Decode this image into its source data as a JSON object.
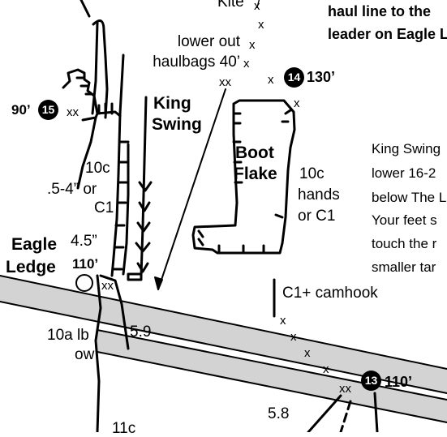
{
  "labels": {
    "kite": "Kite",
    "haul_note_line1": "haul line to the",
    "haul_note_line2": "leader on Eagle L",
    "lower_out_line1": "lower out",
    "lower_out_line2": "haulbags 40’",
    "king_swing_line1": "King",
    "king_swing_line2": "Swing",
    "boot_flake_line1": "Boot",
    "boot_flake_line2": "Flake",
    "boot_grade_line1": "10c",
    "boot_grade_line2": "hands",
    "boot_grade_line3": "or C1",
    "pitch_15_length": "90’",
    "left_grade_line1": "10c",
    "left_grade_line2": ".5-4”  or",
    "left_grade_line3": "C1",
    "eagle_ledge_line1": "Eagle",
    "eagle_ledge_line2": "Ledge",
    "size_45": "4.5”",
    "eagle_height": "110’",
    "pitch_14_length": "130’",
    "swing_note_line1": "King Swing",
    "swing_note_line2": "lower 16-2",
    "swing_note_line3": "below The L",
    "swing_note_line4": "Your feet s",
    "swing_note_line5": "touch the r",
    "swing_note_line6": "smaller tar",
    "c1_camhook": "C1+ camhook",
    "grade_10a_line1": "10a lb",
    "grade_10a_line2": "ow",
    "grade_59": "5.9",
    "grade_58": "5.8",
    "grade_11c": "11c",
    "pitch_13_length": "110’"
  },
  "badges": {
    "pitch_15": "15",
    "pitch_14": "14",
    "pitch_13": "13"
  },
  "colors": {
    "ledge_fill": "#d3d3d3",
    "ink": "#000000",
    "badge_text": "#ffffff"
  }
}
